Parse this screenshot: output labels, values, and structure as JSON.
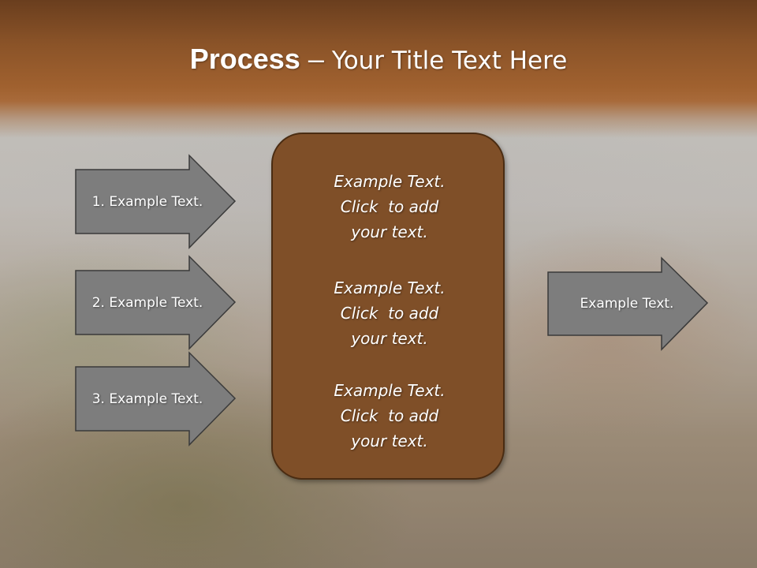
{
  "slide": {
    "title": {
      "bold": "Process",
      "separator": " – ",
      "rest": "Your Title Text Here"
    },
    "left_arrows": [
      {
        "label": "1. Example Text."
      },
      {
        "label": "2. Example Text."
      },
      {
        "label": "3. Example Text."
      }
    ],
    "center_box": {
      "blocks": [
        {
          "line1": "Example Text.",
          "line2": "Click  to add",
          "line3": "your text."
        },
        {
          "line1": "Example Text.",
          "line2": "Click  to add",
          "line3": "your text."
        },
        {
          "line1": "Example Text.",
          "line2": "Click  to add",
          "line3": "your text."
        }
      ]
    },
    "right_arrow": {
      "label": "Example Text."
    },
    "colors": {
      "title_bar": "#8a5328",
      "center_box_fill": "#7f4f28",
      "arrow_fill": "#7d7d7d",
      "arrow_border": "#3a3a3a",
      "text": "#ffffff"
    }
  }
}
